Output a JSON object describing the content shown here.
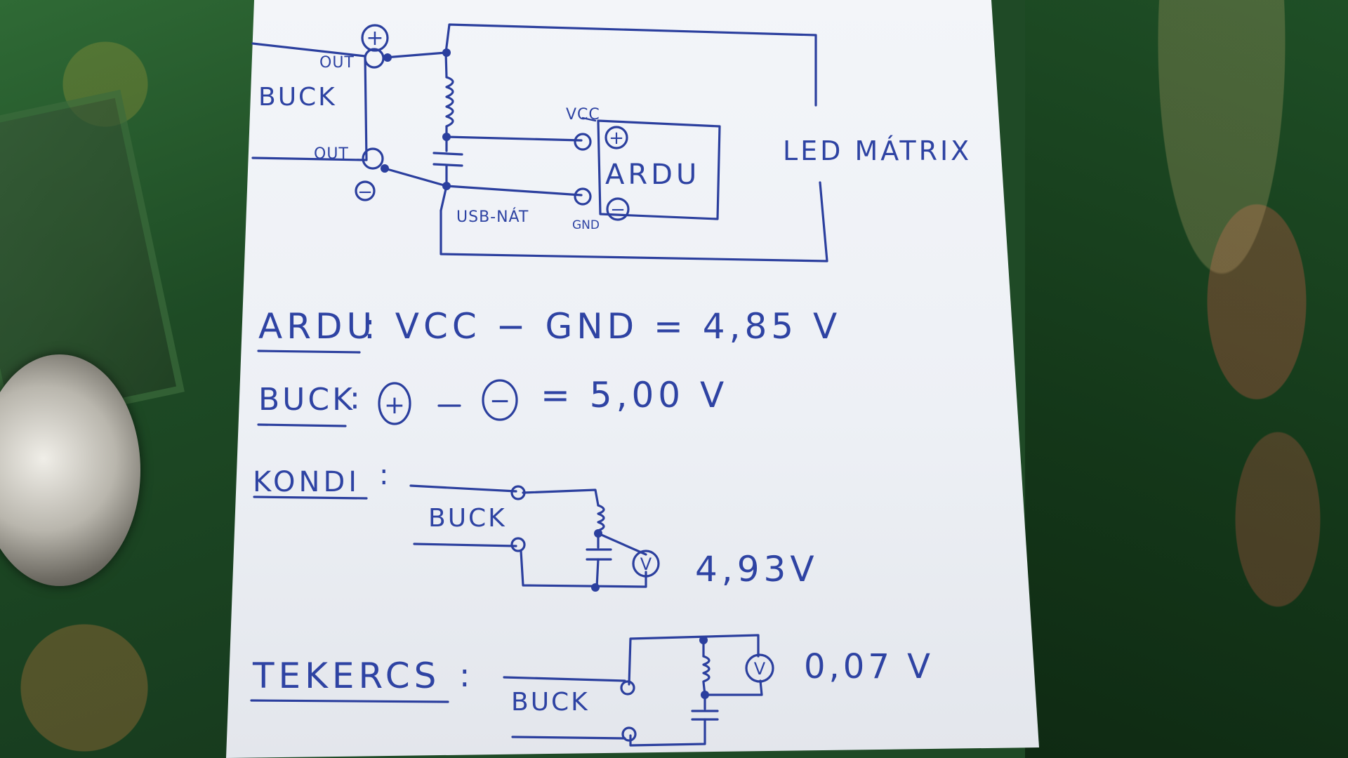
{
  "top_circuit": {
    "buck_label": "BUCK",
    "out_plus_label": "OUT",
    "out_minus_label": "OUT",
    "plus_sign": "+",
    "minus_sign": "−",
    "vcc_label": "VCC",
    "gnd_label": "GND",
    "ardu_label": "ARDU",
    "usb_label": "USB-NÁT",
    "led_matrix_label": "LED MÁTRIX"
  },
  "measurements": {
    "ardu_label": "ARDU",
    "ardu_expr": ": VCC − GND = 4,85 V",
    "buck_label": "BUCK",
    "buck_plus": "+",
    "buck_minus": "−",
    "buck_expr": "= 5,00 V"
  },
  "kondi": {
    "label": "KONDI",
    "colon": ":",
    "buck_label": "BUCK",
    "meter": "V",
    "reading": "4,93V"
  },
  "tekercs": {
    "label": "TEKERCS",
    "colon": ":",
    "buck_label": "BUCK",
    "meter": "V",
    "reading": "0,07 V"
  },
  "colors": {
    "ink": "#2b3f9e",
    "paper": "#eef1f6",
    "table_green": "#1f4a26"
  }
}
